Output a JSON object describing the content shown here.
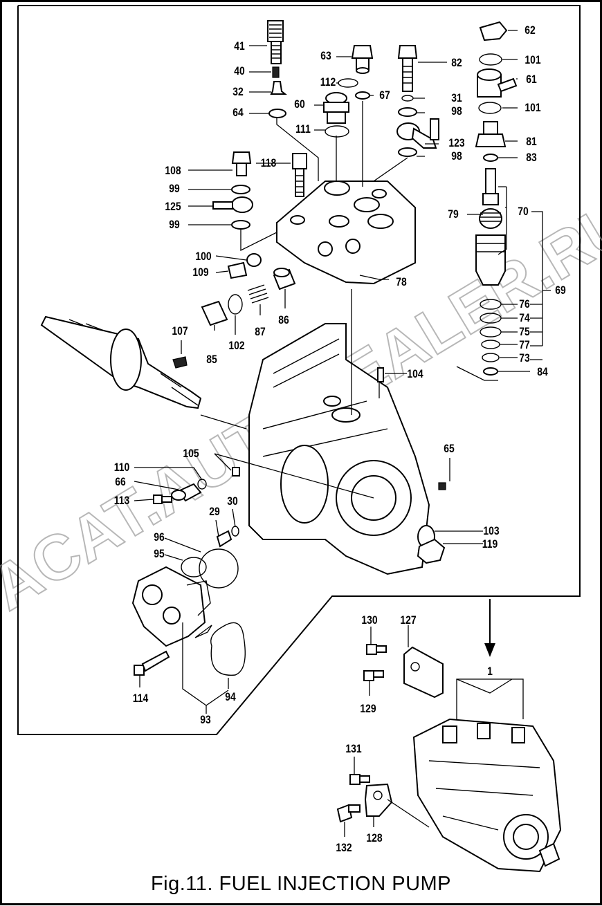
{
  "figure": {
    "caption": "Fig.11.  FUEL INJECTION PUMP",
    "watermark": "ACAT.AUTODEALER.RU"
  },
  "callouts": [
    {
      "n": "41"
    },
    {
      "n": "40"
    },
    {
      "n": "32"
    },
    {
      "n": "64"
    },
    {
      "n": "63"
    },
    {
      "n": "112"
    },
    {
      "n": "67"
    },
    {
      "n": "60"
    },
    {
      "n": "111"
    },
    {
      "n": "82"
    },
    {
      "n": "31"
    },
    {
      "n": "98"
    },
    {
      "n": "123"
    },
    {
      "n": "98"
    },
    {
      "n": "62"
    },
    {
      "n": "101"
    },
    {
      "n": "61"
    },
    {
      "n": "101"
    },
    {
      "n": "81"
    },
    {
      "n": "83"
    },
    {
      "n": "108"
    },
    {
      "n": "99"
    },
    {
      "n": "125"
    },
    {
      "n": "99"
    },
    {
      "n": "118"
    },
    {
      "n": "79"
    },
    {
      "n": "70"
    },
    {
      "n": "69"
    },
    {
      "n": "100"
    },
    {
      "n": "109"
    },
    {
      "n": "78"
    },
    {
      "n": "76"
    },
    {
      "n": "74"
    },
    {
      "n": "75"
    },
    {
      "n": "77"
    },
    {
      "n": "73"
    },
    {
      "n": "84"
    },
    {
      "n": "107"
    },
    {
      "n": "85"
    },
    {
      "n": "102"
    },
    {
      "n": "87"
    },
    {
      "n": "86"
    },
    {
      "n": "104"
    },
    {
      "n": "65"
    },
    {
      "n": "105"
    },
    {
      "n": "110"
    },
    {
      "n": "66"
    },
    {
      "n": "113"
    },
    {
      "n": "29"
    },
    {
      "n": "30"
    },
    {
      "n": "96"
    },
    {
      "n": "95"
    },
    {
      "n": "103"
    },
    {
      "n": "119"
    },
    {
      "n": "130"
    },
    {
      "n": "127"
    },
    {
      "n": "1"
    },
    {
      "n": "129"
    },
    {
      "n": "114"
    },
    {
      "n": "94"
    },
    {
      "n": "93"
    },
    {
      "n": "131"
    },
    {
      "n": "132"
    },
    {
      "n": "128"
    }
  ]
}
